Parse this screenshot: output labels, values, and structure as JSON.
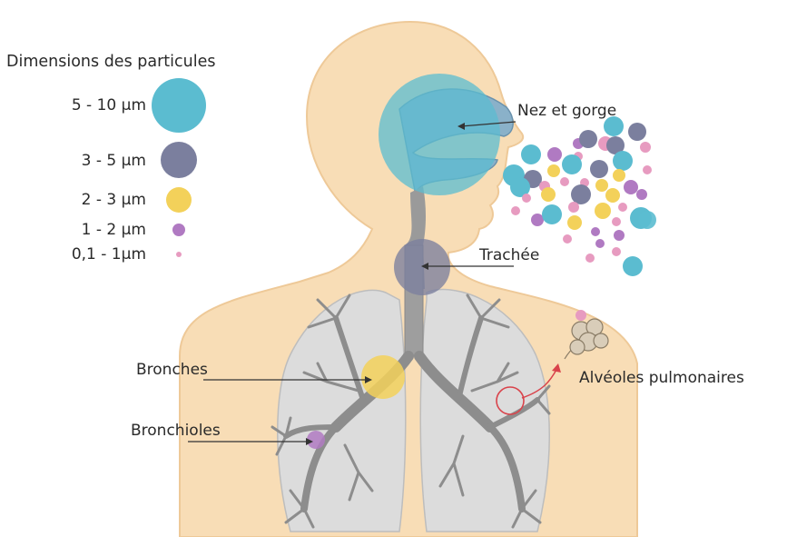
{
  "legend": {
    "title": "Dimensions des particules",
    "items": [
      {
        "label": "5 - 10 μm",
        "color": "#5bbcd0"
      },
      {
        "label": "3 - 5 μm",
        "color": "#7b7f9e"
      },
      {
        "label": "2 - 3 μm",
        "color": "#f3d15a"
      },
      {
        "label": "1 - 2 μm",
        "color": "#b07ac2"
      },
      {
        "label": "0,1 - 1μm",
        "color": "#e79bc0"
      }
    ]
  },
  "labels": {
    "nose": "Nez et gorge",
    "trachea": "Trachée",
    "bronchi": "Bronches",
    "bronchioles": "Bronchioles",
    "alveoli": "Alvéoles pulmonaires"
  },
  "colors": {
    "skin": "#f8ddb6",
    "skin_outline": "#eec998",
    "lung": "#dcdcdc",
    "airway": "#8d8d8d",
    "alveoli_marker": "#d9434b"
  }
}
